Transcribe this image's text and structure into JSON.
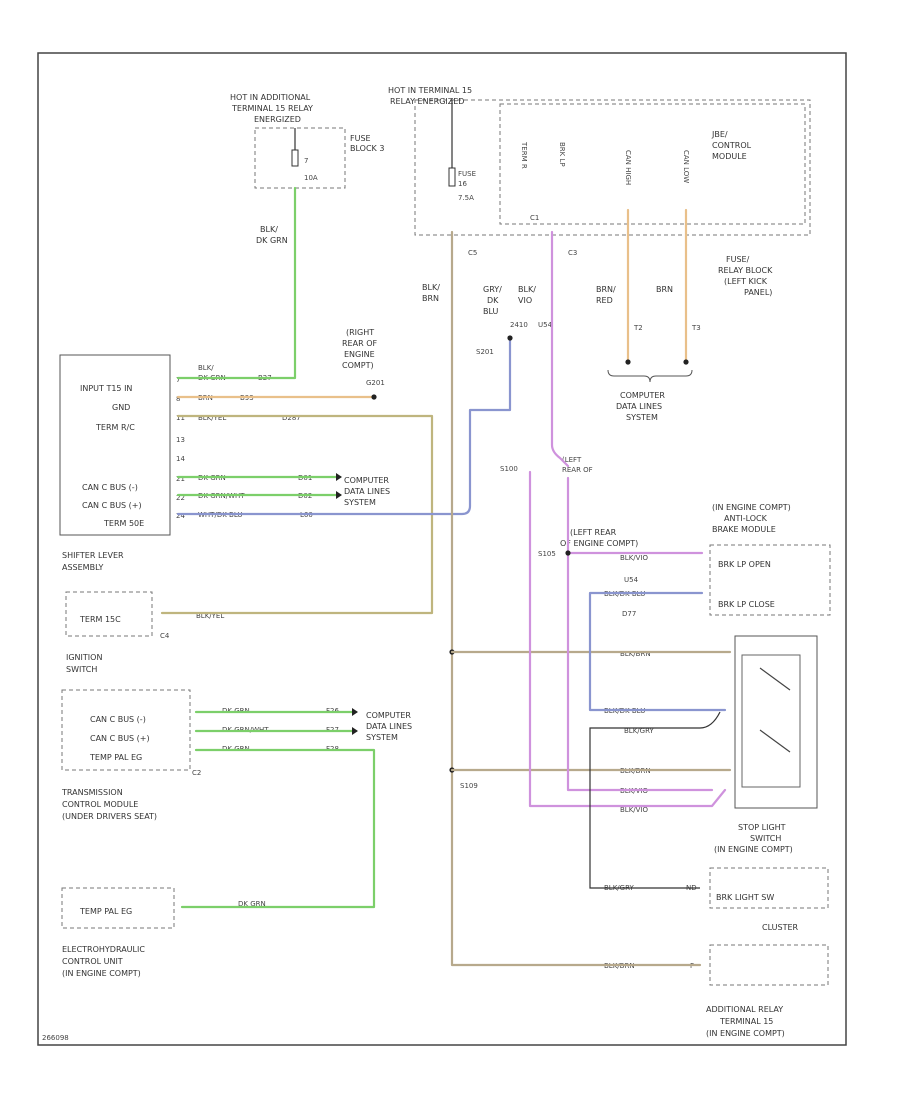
{
  "texts": {
    "hot_relay_1": "HOT IN ADDITIONAL",
    "hot_relay_2": "TERMINAL 15 RELAY",
    "hot_relay_3": "ENERGIZED",
    "fuse_block_1": "FUSE",
    "fuse_block_2": "BLOCK 3",
    "fuse7_num": "7",
    "fuse7_amp": "10A",
    "hot_t15_1": "HOT IN TERMINAL 15",
    "hot_t15_2": "RELAY ENERGIZED",
    "fuse16": "FUSE",
    "fuse16_num": "16",
    "fuse16_amp": "7.5A",
    "term_r": "TERM R",
    "brk_lp": "BRK LP",
    "can_h_v": "CAN HIGH",
    "can_l_v": "CAN LOW",
    "c1_label": "C1",
    "c3_label": "C3",
    "c5_label": "C5",
    "jb_1": "JBE/",
    "jb_2": "CONTROL",
    "jb_3": "MODULE",
    "fuse_relay_1": "FUSE/",
    "fuse_relay_2": "RELAY BLOCK",
    "fuse_relay_3": "(LEFT KICK",
    "fuse_relay_4": "PANEL)",
    "w_blk_dkgrn_top": "BLK/",
    "w_blk_dkgrn_top2": "DK GRN",
    "w_blk_brn_1": "BLK/",
    "w_blk_brn_2": "BRN",
    "w_gry_dkblu_1": "GRY/",
    "w_gry_dkblu_2": "DK",
    "w_gry_dkblu_3": "BLU",
    "w_blk_vio_1": "BLK/",
    "w_blk_vio_2": "VIO",
    "w_brn_red_1": "BRN/",
    "w_brn_red_2": "RED",
    "w_brn": "BRN",
    "x_270": "2410",
    "x_u54": "U54",
    "x_t2": "T2",
    "x_t3": "T3",
    "splice_s201": "S201",
    "computer_data_1": "COMPUTER",
    "computer_data_2": "DATA LINES",
    "computer_data_3": "SYSTEM",
    "right_rear_1": "(RIGHT",
    "right_rear_2": "REAR OF",
    "right_rear_3": "ENGINE",
    "right_rear_4": "COMPT)",
    "g201": "G201",
    "shifter_pin1": "INPUT T15 IN",
    "shifter_pin2": "GND",
    "shifter_pin3": "TERM R/C",
    "shifter_pin4": "CAN C BUS (-)",
    "shifter_pin5": "CAN C BUS (+)",
    "shifter_pin6": "TERM 50E",
    "shifter_label_1": "SHIFTER LEVER",
    "shifter_label_2": "ASSEMBLY",
    "w_blk_dkgrn_s1": "BLK/",
    "w_blk_dkgrn_s2": "DK GRN",
    "n_b27": "B27",
    "w_brn_s": "BRN",
    "n_b93": "B93",
    "w_blk_yel": "BLK/YEL",
    "n_s28": "D287",
    "w_dkgrn": "DK GRN",
    "n_d1": "D01",
    "w_dkgrn_wht": "DK GRN/WHT",
    "n_d2": "D02",
    "w_wht_dkblu": "WHT/DK BLU",
    "n_l60": "L60",
    "pin_7": "7",
    "pin_8": "8",
    "pin_11": "11",
    "pin_13": "13",
    "pin_14": "14",
    "pin_21": "21",
    "pin_22": "22",
    "pin_24": "24",
    "ign_term": "TERM 15C",
    "ign_c4": "C4",
    "ign_label_1": "IGNITION",
    "ign_label_2": "SWITCH",
    "w_blk_yel_ign": "BLK/YEL",
    "s100": "S100",
    "s_rear_1": "(LEFT",
    "s_rear_2": "REAR OF",
    "left_rear_1": "(LEFT REAR",
    "left_rear_2": "OF ENGINE COMPT)",
    "s105": "S105",
    "w_blk_vio_r": "BLK/VIO",
    "x_u54_r": "U54",
    "w_blk_dkblu": "BLK/DK BLU",
    "x_d77": "D77",
    "pb_1": "(IN ENGINE COMPT)",
    "pb_2": "ANTI-LOCK",
    "pb_3": "BRAKE MODULE",
    "pb_pin1": "BRK LP OPEN",
    "pb_pin2": "BRK LP CLOSE",
    "w_blk_brn_r1": "BLK/BRN",
    "w_blk_dkblu_r": "BLK/DK BLU",
    "w_blk_gry": "BLK/GRY",
    "w_blk_brn_r2": "BLK/BRN",
    "w_blk_vio_r2": "BLK/VIO",
    "w_blk_vio_r3": "BLK/VIO",
    "s109": "S109",
    "stop_1": "STOP LIGHT",
    "stop_2": "SWITCH",
    "stop_3": "(IN ENGINE COMPT)",
    "w_blk_gry_c": "BLK/GRY",
    "n_nd": "ND",
    "cl_pin": "BRK LIGHT SW",
    "cluster": "CLUSTER",
    "w_blk_brn_ar": "BLK/BRN",
    "n_f": "F",
    "ar_1": "ADDITIONAL RELAY",
    "ar_2": "TERMINAL 15",
    "ar_3": "(IN ENGINE COMPT)",
    "tcm_pin1": "CAN C BUS (-)",
    "tcm_pin2": "CAN C BUS (+)",
    "tcm_pin3": "TEMP PAL EG",
    "tcm_c2": "C2",
    "w_dkgrn_t": "DK GRN",
    "n_f26": "F26",
    "w_dkgrn_wht_t": "DK GRN/WHT",
    "n_f27": "F27",
    "w_dkgrn_t2": "DK GRN",
    "n_f28": "F28",
    "tcm_label_1": "TRANSMISSION",
    "tcm_label_2": "CONTROL MODULE",
    "tcm_label_3": "(UNDER DRIVERS SEAT)",
    "ehu_pin": "TEMP PAL EG",
    "w_dkgrn_e": "DK GRN",
    "ehu_label_1": "ELECTROHYDRAULIC",
    "ehu_label_2": "CONTROL UNIT",
    "ehu_label_3": "(IN ENGINE COMPT)",
    "footer_code": "266098"
  },
  "colors": {
    "green": "#7ccf6a",
    "tan": "#e9c08a",
    "olive": "#bfb57e",
    "purple": "#cf92dd",
    "blue": "#8a95cf",
    "brown": "#b7a98c",
    "black": "#333333"
  }
}
